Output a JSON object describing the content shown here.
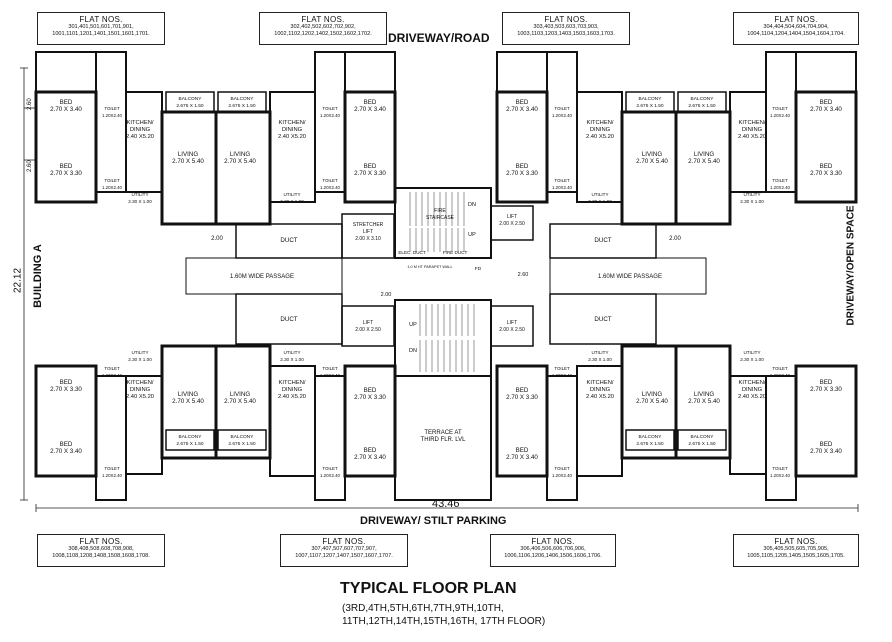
{
  "top_flat_boxes": [
    {
      "heading": "FLAT NOS.",
      "line1": "301,401,501,601,701,901,",
      "line2": "1001,1101,1201,1401,1501,1601,1701."
    },
    {
      "heading": "FLAT NOS.",
      "line1": "302,402,502,602,702,902,",
      "line2": "1002,1102,1202,1402,1502,1602,1702."
    },
    {
      "heading": "FLAT NOS.",
      "line1": "303,403,503,603,703,903,",
      "line2": "1003,1103,1203,1403,1503,1603,1703."
    },
    {
      "heading": "FLAT NOS.",
      "line1": "304,404,504,604,704,904,",
      "line2": "1004,1104,1204,1404,1504,1604,1704."
    }
  ],
  "bottom_flat_boxes": [
    {
      "heading": "FLAT NOS.",
      "line1": "308,408,508,608,708,908,",
      "line2": "1008,1108,1208,1408,1508,1608,1708."
    },
    {
      "heading": "FLAT NOS.",
      "line1": "307,407,507,607,707,907,",
      "line2": "1007,1107,1207,1407,1507,1607,1707."
    },
    {
      "heading": "FLAT NOS.",
      "line1": "306,406,506,606,706,906,",
      "line2": "1006,1106,1206,1406,1506,1606,1706."
    },
    {
      "heading": "FLAT NOS.",
      "line1": "305,405,505,605,705,905,",
      "line2": "1005,1105,1205,1405,1505,1605,1705."
    }
  ],
  "labels": {
    "top_road": "DRIVEWAY/ROAD",
    "bottom_road": "DRIVEWAY/ STILT PARKING",
    "right_road": "DRIVEWAY/OPEN SPACE",
    "building": "BUILDING A",
    "width_dim": "43.46",
    "height_dim": "22.12"
  },
  "rooms": {
    "bed": "BED",
    "kitchen": "KITCHEN/",
    "dining": "DINING",
    "living": "LIVING",
    "balcony": "BALCONY",
    "toilet": "TOILET",
    "utility": "UTILITY",
    "duct": "DUCT",
    "lift": "LIFT",
    "stretcher_lift": "STRETCHER",
    "passage": "1.60M WIDE PASSAGE",
    "terrace_1": "TERRACE AT",
    "terrace_2": "THIRD FLR. LVL",
    "fire_staircase_1": "FIRE",
    "fire_staircase_2": "STAIRCASE",
    "elec_duct": "ELEC. DUCT",
    "fire_duct": "FIRE DUCT",
    "parapet": "1.0 M HT PARAPET WALL",
    "dn": "DN",
    "up": "UP",
    "fd": "FD",
    "dim_bed_a": "2.70 X 3.40",
    "dim_bed_b": "2.70 X 3.30",
    "dim_kitchen": "2.40 X5.20",
    "dim_living": "2.70 X 5.40",
    "dim_balcony": "2.675 X 1.50",
    "dim_utility": "2.30 X 1.00",
    "dim_lift": "2.00 X 2.50",
    "dim_stretcher": "2.00 X 3.10",
    "dim_toilet": "1.20X2.40",
    "dim_200": "2.00",
    "dim_260": "2.60"
  },
  "plan_title": "TYPICAL FLOOR PLAN",
  "floors_line1": "(3RD,4TH,5TH,6TH,7TH,9TH,10TH,",
  "floors_line2": "11TH,12TH,14TH,15TH,16TH, 17TH FLOOR)"
}
